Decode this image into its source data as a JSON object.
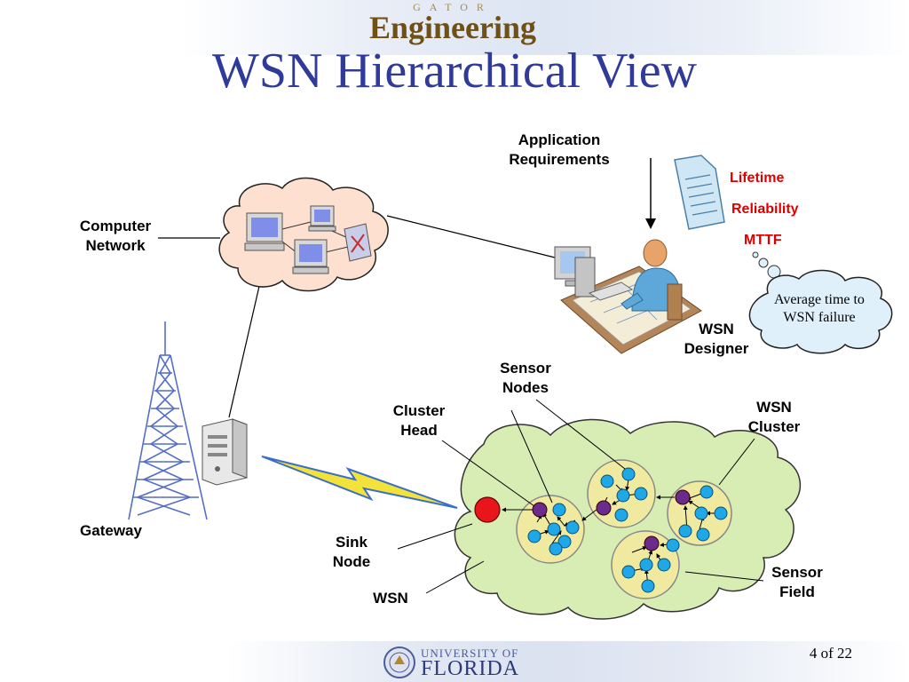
{
  "header": {
    "logo_small": "GATOR",
    "logo_big": "Engineering",
    "title": "WSN Hierarchical View"
  },
  "labels": {
    "app_req_1": "Application",
    "app_req_2": "Requirements",
    "lifetime": "Lifetime",
    "reliability": "Reliability",
    "mttf": "MTTF",
    "bubble_1": "Average time to",
    "bubble_2": "WSN failure",
    "computer_1": "Computer",
    "computer_2": "Network",
    "designer_1": "WSN",
    "designer_2": "Designer",
    "sensor_nodes_1": "Sensor",
    "sensor_nodes_2": "Nodes",
    "cluster_head_1": "Cluster",
    "cluster_head_2": "Head",
    "wsn_cluster_1": "WSN",
    "wsn_cluster_2": "Cluster",
    "gateway": "Gateway",
    "sink_1": "Sink",
    "sink_2": "Node",
    "wsn": "WSN",
    "sensor_field_1": "Sensor",
    "sensor_field_2": "Field"
  },
  "footer": {
    "uni_small": "UNIVERSITY OF",
    "uni_big": "FLORIDA",
    "page": "4 of 22"
  },
  "colors": {
    "title": "#2f3a99",
    "cloud_network": "#fde0d0",
    "sensor_field": "#d7edb4",
    "cluster": "#efeaa0",
    "node": "#1fa8e8",
    "cluster_head": "#6a2b8c",
    "sink": "#e8161a",
    "requirement_text": "#dd0000"
  }
}
